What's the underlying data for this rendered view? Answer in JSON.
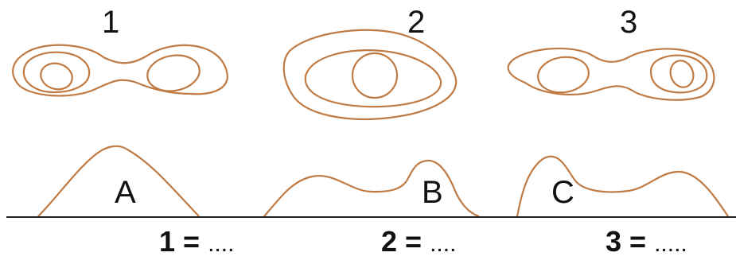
{
  "maps": [
    {
      "number": "1"
    },
    {
      "number": "2"
    },
    {
      "number": "3"
    }
  ],
  "profiles": [
    {
      "letter": "A"
    },
    {
      "letter": "B"
    },
    {
      "letter": "C"
    }
  ],
  "answers": [
    {
      "label": "1 =",
      "blank": "...."
    },
    {
      "label": "2 =",
      "blank": "...."
    },
    {
      "label": "3 =",
      "blank": "....."
    }
  ],
  "colors": {
    "contour": "#c07a43",
    "ground": "#222222",
    "text": "#111111"
  }
}
